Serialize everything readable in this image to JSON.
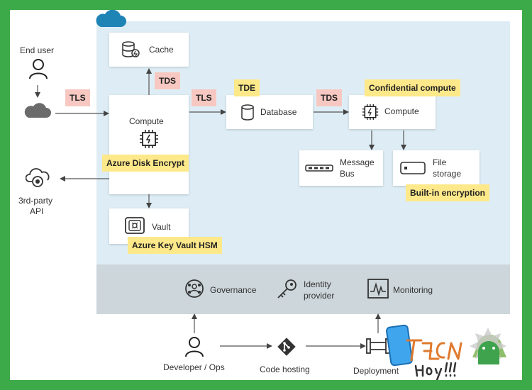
{
  "nodes": {
    "end_user": "End user",
    "cache": "Cache",
    "compute_main": "Compute",
    "database": "Database",
    "compute_conf": "Compute",
    "message_bus": "Message\nBus",
    "file_storage": "File\nstorage",
    "vault": "Vault",
    "third_party_api": "3rd-party\nAPI",
    "governance": "Governance",
    "identity_provider": "Identity\nprovider",
    "monitoring": "Monitoring",
    "developer_ops": "Developer / Ops",
    "code_hosting": "Code hosting",
    "deployment": "Deployment"
  },
  "tags": {
    "tls_1": "TLS",
    "tds_cache": "TDS",
    "tls_2": "TLS",
    "tde": "TDE",
    "tds_2": "TDS",
    "confidential_compute": "Confidential compute",
    "azure_disk_encrypt": "Azure Disk Encrypt",
    "built_in_encryption": "Built-in encryption",
    "azure_key_vault_hsm": "Azure Key Vault HSM"
  },
  "colors": {
    "cloud_area": "#deedf5",
    "mgmt_area": "#cdd6db",
    "tag_red": "#f7c8c1",
    "tag_yellow": "#fde88a",
    "frame_green": "#3daa4a",
    "cloud_icon": "#1d84b5"
  }
}
